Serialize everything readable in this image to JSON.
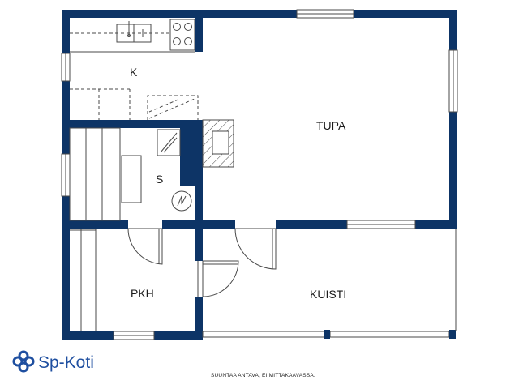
{
  "colors": {
    "wall": "#0d3466",
    "line": "#4a4a4a",
    "brand": "#1f4fa0",
    "background": "#ffffff"
  },
  "rooms": {
    "kitchen": "K",
    "living": "TUPA",
    "sauna": "S",
    "dressing": "PKH",
    "porch": "KUISTI"
  },
  "footer": {
    "disclaimer": "SUUNTAA ANTAVA, EI MITTAKAAVASSA."
  },
  "brand": {
    "name": "Sp-Koti",
    "icon": "sp-koti-logo-icon"
  }
}
